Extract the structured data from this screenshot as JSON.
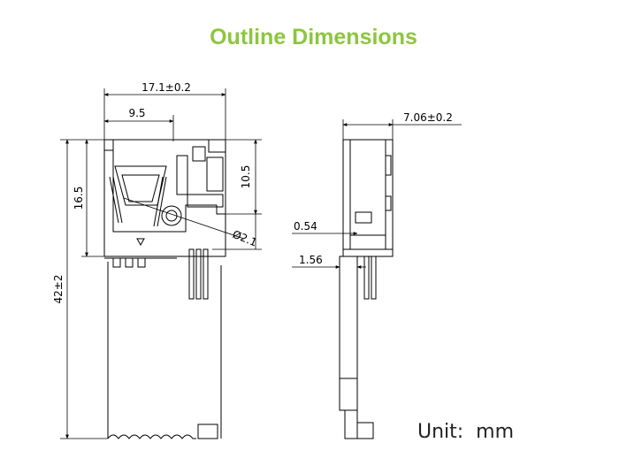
{
  "title": "Outline Dimensions",
  "colors": {
    "title": "#8cc63f",
    "line": "#000000",
    "unit": "#222222"
  },
  "front_view": {
    "width_overall": "17.1±0.2",
    "width_partial": "9.5",
    "height_body": "16.5",
    "height_overall": "42±2",
    "height_top": "10.5",
    "hole_diameter": "Ø2.1"
  },
  "side_view": {
    "depth_overall": "7.06±0.2",
    "thickness_1": "0.54",
    "thickness_2": "1.56"
  },
  "unit_label": "Unit:  mm"
}
